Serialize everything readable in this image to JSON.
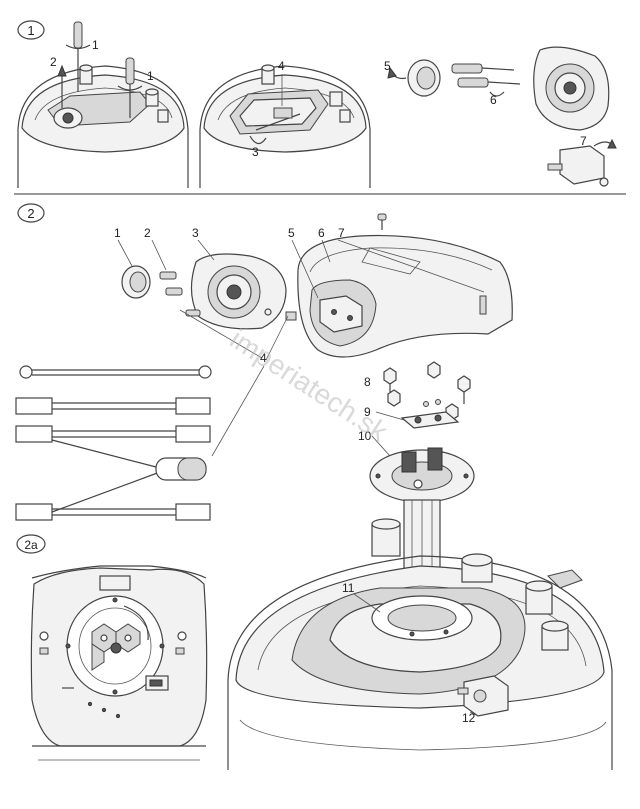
{
  "sections": [
    {
      "id": "1",
      "label": "1"
    },
    {
      "id": "2",
      "label": "2"
    },
    {
      "id": "2a",
      "label": "2a"
    }
  ],
  "callouts_section1": [
    "1",
    "2",
    "1",
    "4",
    "3",
    "5",
    "6",
    "7"
  ],
  "callouts_section2": [
    "1",
    "2",
    "3",
    "5",
    "6",
    "7",
    "4",
    "8",
    "9",
    "10",
    "11",
    "12"
  ],
  "watermark": "imperiatech.sk"
}
